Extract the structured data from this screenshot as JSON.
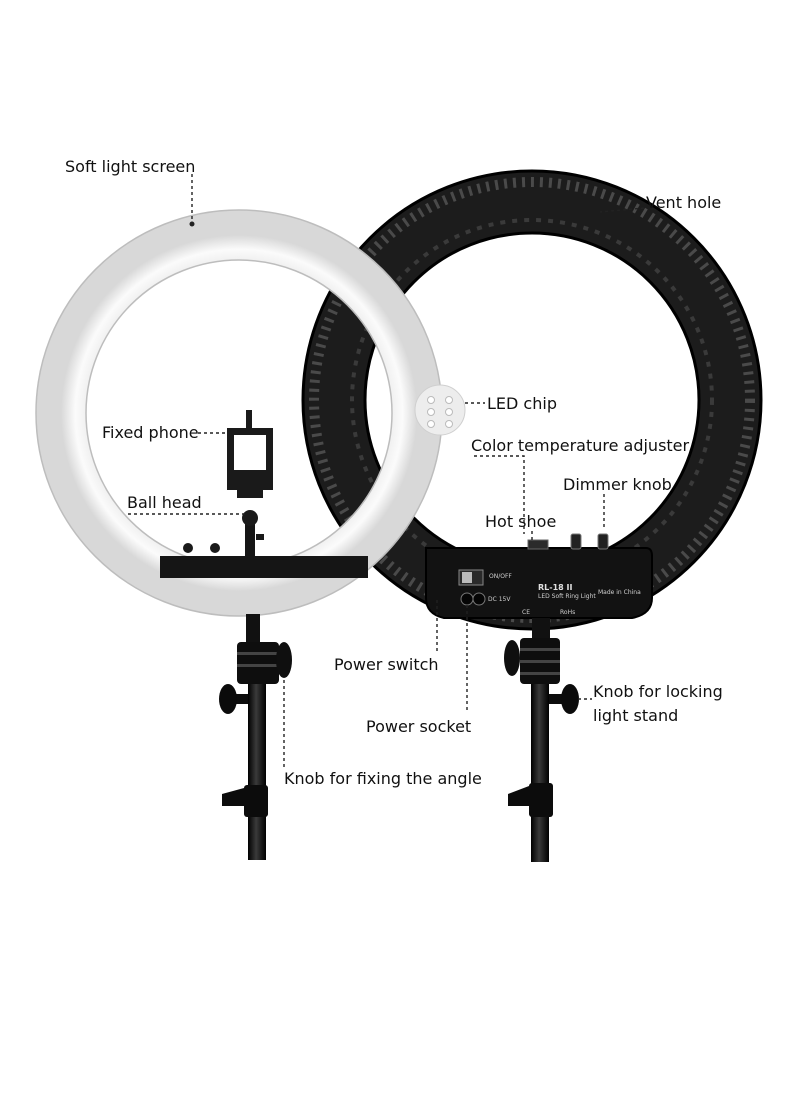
{
  "labels": {
    "soft_light_screen": "Soft light screen",
    "vent_hole": "Vent hole",
    "led_chip": "LED chip",
    "fixed_phone": "Fixed phone",
    "color_temperature_adjuster": "Color temperature adjuster",
    "dimmer_knob": "Dimmer knob",
    "ball_head": "Ball head",
    "hot_shoe": "Hot shoe",
    "power_switch": "Power switch",
    "knob_for_locking_light_stand_1": "Knob for locking",
    "knob_for_locking_light_stand_2": "light stand",
    "power_socket": "Power socket",
    "knob_for_fixing_the_angle": "Knob for fixing the angle"
  },
  "control_box": {
    "model": "RL-18 II",
    "subtitle": "LED Soft Ring Light",
    "on_off": "ON/OFF",
    "input": "DC 15V",
    "made_in": "Made in China",
    "ce": "CE",
    "rohs": "RoHs"
  },
  "colors": {
    "ring_light_face": "#f7f7f7",
    "ring_back": "#1c1c1c",
    "stand": "#111111",
    "text": "#111111"
  }
}
